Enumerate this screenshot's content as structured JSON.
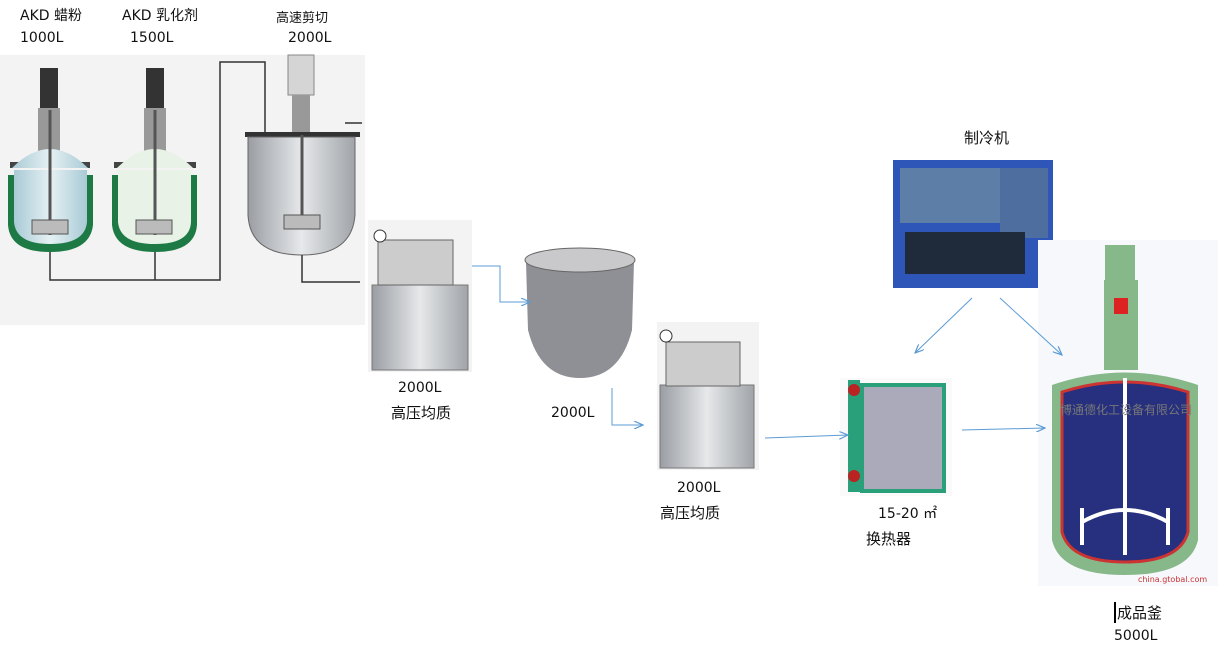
{
  "equipment": [
    {
      "name": "AKD 蜡粉",
      "volume": "1000L"
    },
    {
      "name": "AKD  乳化剂",
      "volume": "1500L"
    },
    {
      "name": "高速剪切",
      "volume": "2000L"
    },
    {
      "name": "高压均质",
      "volume": "2000L"
    },
    {
      "name": "",
      "volume": "2000L"
    },
    {
      "name": "高压均质",
      "volume": "2000L"
    },
    {
      "name": "换热器",
      "volume": "15-20 ㎡"
    },
    {
      "name": "制冷机",
      "volume": ""
    },
    {
      "name": "成品釜",
      "volume": "5000L"
    }
  ],
  "watermarks": {
    "reactor": "博通德化工设备有限公司",
    "site": "china.gtobal.com"
  },
  "colors": {
    "arrow": "#5b9bd5",
    "jacket": "#1e7a45",
    "reactor_green": "#86b88a",
    "reactor_blue": "#26307e",
    "chiller": "#2d56b8"
  }
}
